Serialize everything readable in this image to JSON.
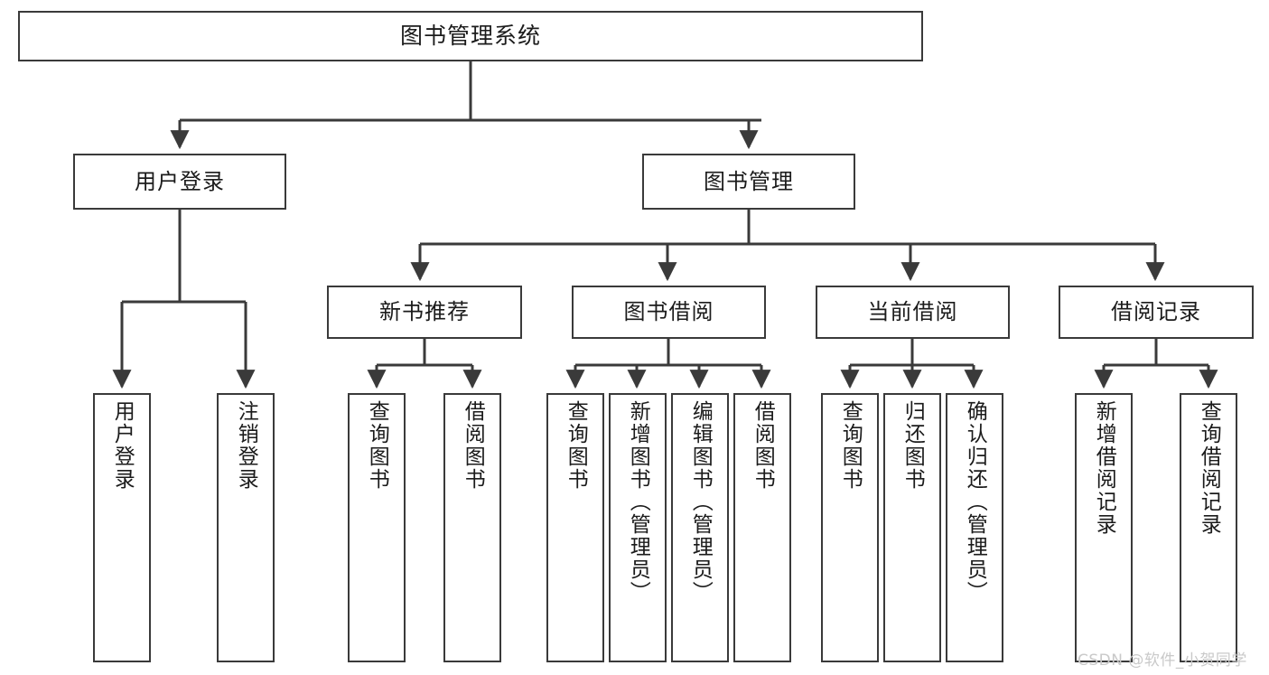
{
  "diagram": {
    "title": "图书管理系统",
    "type": "tree-hierarchy-chart",
    "orientation": "top-down",
    "colors": {
      "box_border": "#3a3a3a",
      "box_fill": "#ffffff",
      "edge": "#3a3a3a",
      "text": "#1b1b1b",
      "watermark": "#c9c9c9",
      "background": "#ffffff"
    }
  },
  "nodes": {
    "root": {
      "label": "图书管理系统"
    },
    "level2": [
      {
        "id": "user-login",
        "label": "用户登录"
      },
      {
        "id": "book-manage",
        "label": "图书管理"
      }
    ],
    "level3": [
      {
        "id": "new-book-recommend",
        "label": "新书推荐"
      },
      {
        "id": "book-borrow",
        "label": "图书借阅"
      },
      {
        "id": "current-borrow",
        "label": "当前借阅"
      },
      {
        "id": "borrow-record",
        "label": "借阅记录"
      }
    ],
    "leaves": {
      "user_login": [
        {
          "id": "leaf-user-login",
          "label": "用户登录"
        },
        {
          "id": "leaf-logout-login",
          "label": "注销登录"
        }
      ],
      "new_book_recommend": [
        {
          "id": "leaf-query-book-1",
          "label": "查询图书"
        },
        {
          "id": "leaf-borrow-book-1",
          "label": "借阅图书"
        }
      ],
      "book_borrow": [
        {
          "id": "leaf-query-book-2",
          "label": "查询图书"
        },
        {
          "id": "leaf-add-book",
          "label": "新增图书（管理员）"
        },
        {
          "id": "leaf-edit-book",
          "label": "编辑图书（管理员）"
        },
        {
          "id": "leaf-borrow-book-2",
          "label": "借阅图书"
        }
      ],
      "current_borrow": [
        {
          "id": "leaf-query-book-3",
          "label": "查询图书"
        },
        {
          "id": "leaf-return-book",
          "label": "归还图书"
        },
        {
          "id": "leaf-confirm-return",
          "label": "确认归还（管理员）"
        }
      ],
      "borrow_record": [
        {
          "id": "leaf-add-record",
          "label": "新增借阅记录"
        },
        {
          "id": "leaf-query-record",
          "label": "查询借阅记录"
        }
      ]
    }
  },
  "watermark": {
    "text": "CSDN @软件_小贺同学"
  }
}
